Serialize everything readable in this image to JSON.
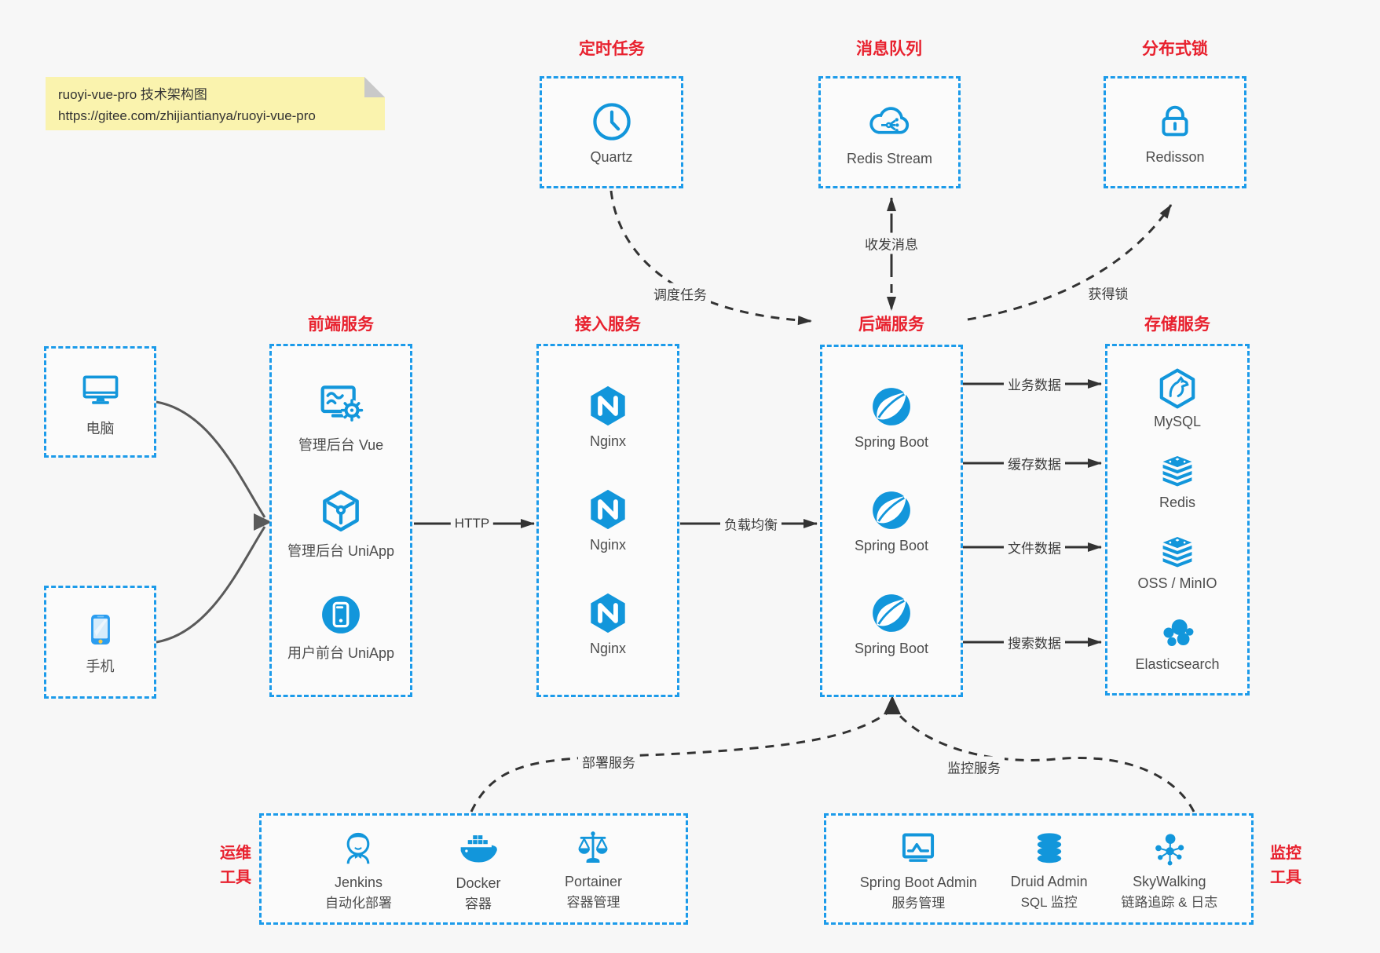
{
  "colors": {
    "accent_blue": "#1296db",
    "title_red": "#e8212e",
    "arrow_dark": "#333333",
    "arrow_gray": "#5a5a5a",
    "note_bg": "#faf3ae",
    "page_bg": "#f7f7f7"
  },
  "note": {
    "line1": "ruoyi-vue-pro 技术架构图",
    "line2": "https://gitee.com/zhijiantianya/ruoyi-vue-pro"
  },
  "top": {
    "scheduler": {
      "title": "定时任务",
      "item": {
        "label": "Quartz",
        "icon": "clock-icon"
      }
    },
    "mq": {
      "title": "消息队列",
      "item": {
        "label": "Redis Stream",
        "icon": "cloud-stream-icon"
      }
    },
    "lock": {
      "title": "分布式锁",
      "item": {
        "label": "Redisson",
        "icon": "lock-icon"
      }
    }
  },
  "clients": {
    "computer": {
      "label": "电脑",
      "icon": "desktop-icon"
    },
    "mobile": {
      "label": "手机",
      "icon": "smartphone-icon"
    }
  },
  "frontend": {
    "title": "前端服务",
    "items": [
      {
        "label": "管理后台 Vue",
        "icon": "admin-vue-icon"
      },
      {
        "label": "管理后台 UniApp",
        "icon": "uniapp-cube-icon"
      },
      {
        "label": "用户前台 UniApp",
        "icon": "user-app-icon"
      }
    ]
  },
  "access": {
    "title": "接入服务",
    "items": [
      {
        "label": "Nginx",
        "icon": "nginx-icon"
      },
      {
        "label": "Nginx",
        "icon": "nginx-icon"
      },
      {
        "label": "Nginx",
        "icon": "nginx-icon"
      }
    ]
  },
  "backend": {
    "title": "后端服务",
    "items": [
      {
        "label": "Spring Boot",
        "icon": "spring-icon"
      },
      {
        "label": "Spring Boot",
        "icon": "spring-icon"
      },
      {
        "label": "Spring Boot",
        "icon": "spring-icon"
      }
    ]
  },
  "storage": {
    "title": "存储服务",
    "items": [
      {
        "label": "MySQL",
        "icon": "mysql-icon"
      },
      {
        "label": "Redis",
        "icon": "stack-icon"
      },
      {
        "label": "OSS / MinIO",
        "icon": "stack-icon"
      },
      {
        "label": "Elasticsearch",
        "icon": "elasticsearch-icon"
      }
    ]
  },
  "ops": {
    "title": [
      "运维",
      "工具"
    ],
    "items": [
      {
        "name": "Jenkins",
        "desc": "自动化部署",
        "icon": "jenkins-icon"
      },
      {
        "name": "Docker",
        "desc": "容器",
        "icon": "docker-icon"
      },
      {
        "name": "Portainer",
        "desc": "容器管理",
        "icon": "portainer-icon"
      }
    ]
  },
  "monitoring": {
    "title": [
      "监控",
      "工具"
    ],
    "items": [
      {
        "name": "Spring Boot Admin",
        "desc": "服务管理",
        "icon": "spring-boot-admin-icon"
      },
      {
        "name": "Druid Admin",
        "desc": "SQL 监控",
        "icon": "druid-icon"
      },
      {
        "name": "SkyWalking",
        "desc": "链路追踪 & 日志",
        "icon": "skywalking-icon"
      }
    ]
  },
  "edges": {
    "schedule": "调度任务",
    "message": "收发消息",
    "lock": "获得锁",
    "http": "HTTP",
    "load_balance": "负载均衡",
    "business": "业务数据",
    "cache": "缓存数据",
    "file": "文件数据",
    "search": "搜索数据",
    "deploy": "部署服务",
    "monitor": "监控服务"
  }
}
